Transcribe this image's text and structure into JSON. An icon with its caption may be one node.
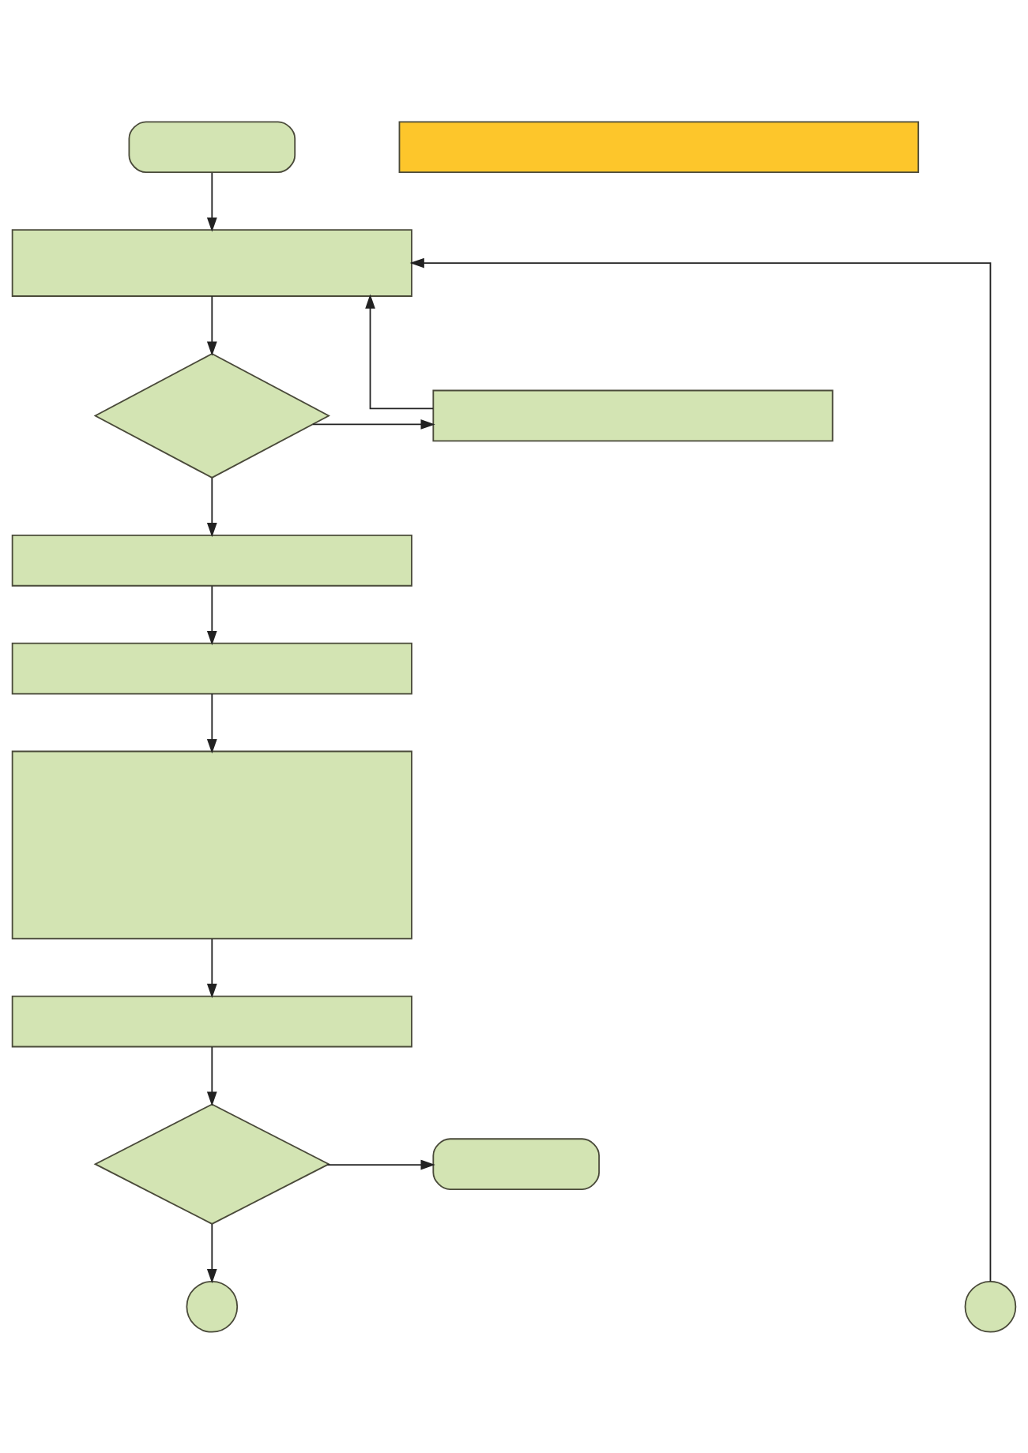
{
  "diagram": {
    "nodes": [
      {
        "text": [],
        "shape": "pill"
      },
      {
        "text": [],
        "shape": "box"
      },
      {
        "text": [],
        "shape": "box"
      },
      {
        "text": [],
        "shape": "diamond"
      },
      {
        "text": [],
        "shape": "box"
      },
      {
        "text": [],
        "shape": "box"
      },
      {
        "text": [],
        "shape": "box"
      },
      {
        "text": [],
        "shape": "box"
      },
      {
        "text": [],
        "shape": "box"
      },
      {
        "text": [],
        "shape": "diamond"
      },
      {
        "text": [],
        "shape": "pill"
      },
      {
        "text": [],
        "shape": "circle"
      },
      {
        "text": [],
        "shape": "circle"
      }
    ],
    "edges": [
      {
        "from": 0,
        "to": 2,
        "arrow": "to"
      },
      {
        "from": 2,
        "to": 3,
        "arrow": "to"
      },
      {
        "from": 3,
        "to": 4,
        "arrow": "to"
      },
      {
        "from": 4,
        "to": 2,
        "arrow": "to"
      },
      {
        "from": 3,
        "to": 5,
        "arrow": "to"
      },
      {
        "from": 5,
        "to": 6,
        "arrow": "to"
      },
      {
        "from": 6,
        "to": 7,
        "arrow": "to"
      },
      {
        "from": 7,
        "to": 8,
        "arrow": "to"
      },
      {
        "from": 8,
        "to": 9,
        "arrow": "to"
      },
      {
        "from": 9,
        "to": 10,
        "arrow": "to"
      },
      {
        "from": 9,
        "to": 11,
        "arrow": "to"
      },
      {
        "from": 12,
        "to": 2,
        "arrow": "to"
      }
    ]
  }
}
